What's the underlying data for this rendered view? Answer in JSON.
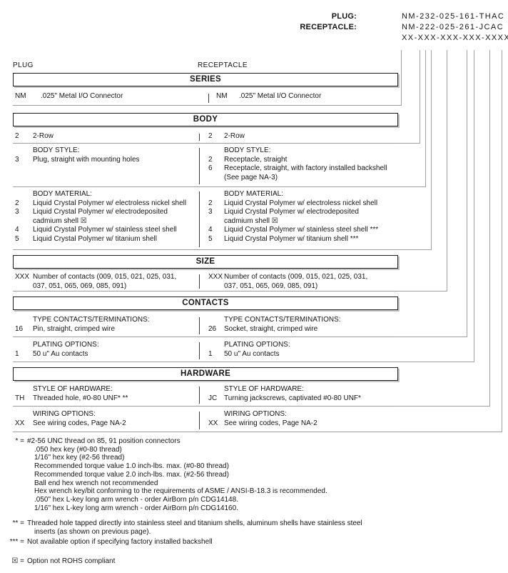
{
  "part_numbers": {
    "plug_label": "PLUG:",
    "plug_value": "NM-232-025-161-THAC",
    "receptacle_label": "RECEPTACLE:",
    "receptacle_value": "NM-222-025-261-JCAC",
    "mask_value": "XX-XXX-XXX-XXX-XXXX"
  },
  "column_captions": {
    "left": "PLUG",
    "right": "RECEPTACLE"
  },
  "sections": {
    "series": {
      "title": "SERIES",
      "left": [
        {
          "code": "NM",
          "text": ".025\" Metal I/O Connector"
        }
      ],
      "right": [
        {
          "code": "NM",
          "text": ".025\" Metal I/O Connector"
        }
      ]
    },
    "body": {
      "title": "BODY",
      "rows": {
        "left": [
          {
            "code": "2",
            "text": "2-Row"
          }
        ],
        "right": [
          {
            "code": "2",
            "text": "2-Row"
          }
        ]
      },
      "style": {
        "left": [
          {
            "code": "",
            "text": "BODY STYLE:"
          },
          {
            "code": "3",
            "text": "Plug, straight with mounting holes"
          }
        ],
        "right": [
          {
            "code": "",
            "text": "BODY STYLE:"
          },
          {
            "code": "2",
            "text": "Receptacle, straight"
          },
          {
            "code": "6",
            "text": "Receptacle, straight, with factory installed backshell"
          },
          {
            "code": "",
            "text": "(See page NA-3)"
          }
        ]
      },
      "material": {
        "left": [
          {
            "code": "",
            "text": "BODY MATERIAL:"
          },
          {
            "code": "2",
            "text": "Liquid Crystal Polymer w/ electroless nickel shell"
          },
          {
            "code": "3",
            "text": "Liquid Crystal Polymer w/ electrodeposited"
          },
          {
            "code": "",
            "text": "cadmium shell  ☒"
          },
          {
            "code": "4",
            "text": "Liquid Crystal Polymer w/ stainless steel shell"
          },
          {
            "code": "5",
            "text": "Liquid Crystal Polymer w/ titanium shell"
          }
        ],
        "right": [
          {
            "code": "",
            "text": "BODY MATERIAL:"
          },
          {
            "code": "2",
            "text": "Liquid Crystal Polymer w/ electroless nickel shell"
          },
          {
            "code": "3",
            "text": "Liquid Crystal Polymer w/ electrodeposited"
          },
          {
            "code": "",
            "text": "cadmium shell  ☒"
          },
          {
            "code": "4",
            "text": "Liquid Crystal Polymer w/ stainless steel shell ***"
          },
          {
            "code": "5",
            "text": "Liquid Crystal Polymer w/ titanium shell ***"
          }
        ]
      }
    },
    "size": {
      "title": "SIZE",
      "left": [
        {
          "code": "XXX",
          "text": "Number of contacts (009, 015, 021, 025, 031,"
        },
        {
          "code": "",
          "text": "037, 051, 065, 069, 085, 091)"
        }
      ],
      "right": [
        {
          "code": "XXX",
          "text": "Number of contacts (009, 015, 021, 025, 031,"
        },
        {
          "code": "",
          "text": "037, 051, 065, 069, 085, 091)"
        }
      ]
    },
    "contacts": {
      "title": "CONTACTS",
      "type": {
        "left": [
          {
            "code": "",
            "text": "TYPE CONTACTS/TERMINATIONS:"
          },
          {
            "code": "16",
            "text": "Pin, straight, crimped wire"
          }
        ],
        "right": [
          {
            "code": "",
            "text": "TYPE CONTACTS/TERMINATIONS:"
          },
          {
            "code": "26",
            "text": "Socket, straight, crimped wire"
          }
        ]
      },
      "plating": {
        "left": [
          {
            "code": "",
            "text": "PLATING OPTIONS:"
          },
          {
            "code": "1",
            "text": "50 u\" Au contacts"
          }
        ],
        "right": [
          {
            "code": "",
            "text": "PLATING OPTIONS:"
          },
          {
            "code": "1",
            "text": "50 u\" Au contacts"
          }
        ]
      }
    },
    "hardware": {
      "title": "HARDWARE",
      "style": {
        "left": [
          {
            "code": "",
            "text": "STYLE OF HARDWARE:"
          },
          {
            "code": "TH",
            "text": "Threaded hole, #0-80 UNF*  **"
          }
        ],
        "right": [
          {
            "code": "",
            "text": "STYLE OF HARDWARE:"
          },
          {
            "code": "JC",
            "text": "Turning jackscrews, captivated #0-80 UNF*"
          }
        ]
      },
      "wiring": {
        "left": [
          {
            "code": "",
            "text": "WIRING OPTIONS:"
          },
          {
            "code": "XX",
            "text": "See wiring codes, Page NA-2"
          }
        ],
        "right": [
          {
            "code": "",
            "text": "WIRING OPTIONS:"
          },
          {
            "code": "XX",
            "text": "See wiring codes, Page NA-2"
          }
        ]
      }
    }
  },
  "notes": [
    {
      "marker": "* =",
      "first_line": "#2-56 UNC thread on 85, 91 position connectors",
      "cont_lines": [
        ".050 hex key (#0-80 thread)",
        "1/16\" hex key (#2-56 thread)",
        "Recommended torque value 1.0 inch-lbs. max. (#0-80 thread)",
        "Recommended torque value 2.0 inch-lbs. max. (#2-56 thread)",
        "Ball end hex wrench not recommended",
        "Hex wrench key/bit conforming to the requirements of ASME / ANSI-B-18.3 is recommended.",
        ".050\" hex L-key long arm wrench - order AirBorn p/n CDG14148.",
        "1/16\" hex L-key long arm wrench - order AirBorn p/n CDG14160."
      ]
    },
    {
      "marker": "** =",
      "first_line": "Threaded hole tapped directly into stainless steel and titanium shells, aluminum shells have stainless steel",
      "cont_lines": [
        "inserts (as shown on previous page)."
      ]
    },
    {
      "marker": "*** =",
      "first_line": "Not available option if specifying factory installed backshell",
      "cont_lines": []
    },
    {
      "marker": "☒ =",
      "first_line": "Option not ROHS compliant",
      "cont_lines": []
    }
  ],
  "line_color": "#a0a0a0"
}
